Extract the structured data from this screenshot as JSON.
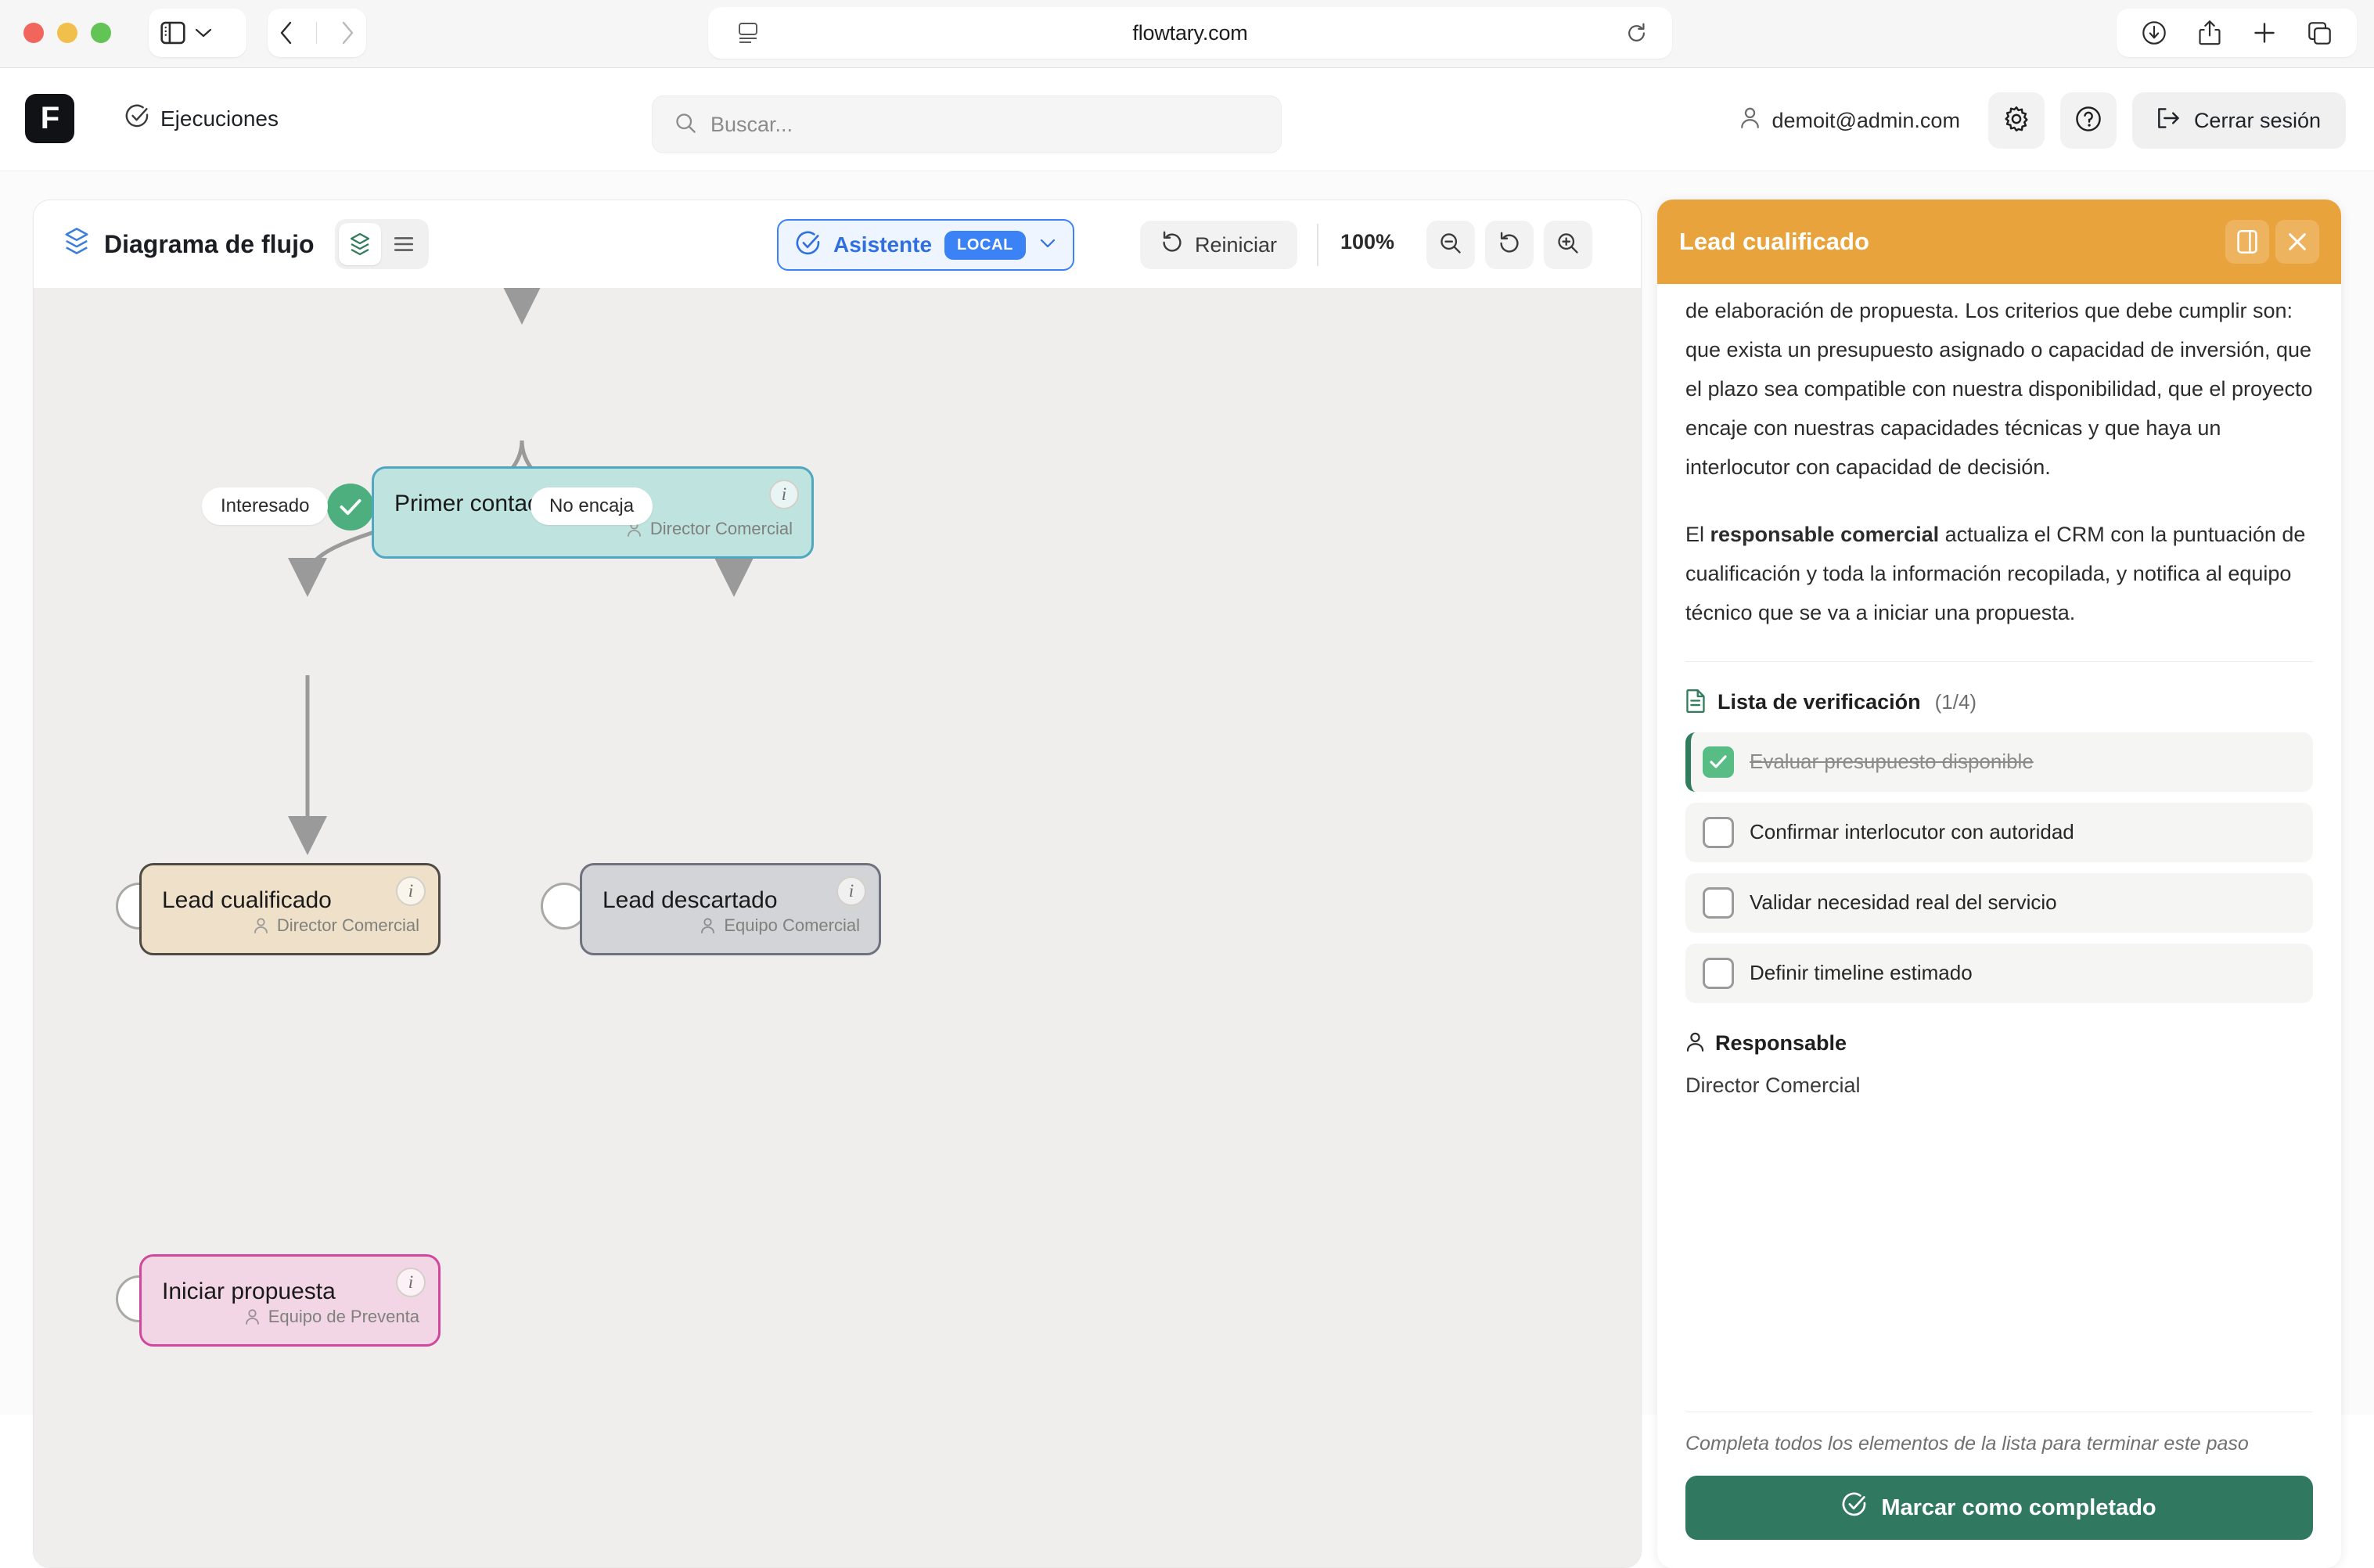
{
  "browser": {
    "url": "flowtary.com",
    "traffic_lights": [
      "close",
      "minimize",
      "maximize"
    ],
    "icons": {
      "sidebar": "sidebar-icon",
      "sidebar_chevron": "chevron-down-icon",
      "back": "back-arrow-icon",
      "forward": "forward-arrow-icon",
      "reader": "reader-view-icon",
      "reload": "reload-icon",
      "downloads": "download-icon",
      "share": "share-icon",
      "new_tab": "plus-icon",
      "tab_overview": "tab-overview-icon"
    }
  },
  "app_header": {
    "logo_letter": "F",
    "breadcrumb": "Ejecuciones",
    "search_placeholder": "Buscar...",
    "search_value": "",
    "user_email": "demoit@admin.com",
    "settings_label": "gear-icon",
    "help_label": "help-icon",
    "logout_label": "Cerrar sesión"
  },
  "flow": {
    "title": "Diagrama de flujo",
    "view_modes": [
      "layers-view",
      "list-view"
    ],
    "active_view": "layers-view",
    "assistant": {
      "label": "Asistente",
      "badge": "LOCAL"
    },
    "reset_label": "Reiniciar",
    "zoom_level": "100%",
    "zoom_out_label": "zoom-out-icon",
    "zoom_reset_label": "zoom-reset-icon",
    "zoom_in_label": "zoom-in-icon",
    "nodes": [
      {
        "title": "Primer contacto",
        "owner": "Director Comercial",
        "status": "done"
      },
      {
        "title": "Lead cualificado",
        "owner": "Director Comercial",
        "status": "todo"
      },
      {
        "title": "Lead descartado",
        "owner": "Equipo Comercial",
        "status": "todo"
      },
      {
        "title": "Iniciar propuesta",
        "owner": "Equipo de Preventa",
        "status": "todo"
      }
    ],
    "edge_labels": [
      "Interesado",
      "No encaja"
    ],
    "info_glyph": "i"
  },
  "panel": {
    "title": "Lead cualificado",
    "collapse_label": "panel-collapse-icon",
    "close_label": "×",
    "paragraph_1": "de elaboración de propuesta. Los criterios que debe cumplir son: que exista un presupuesto asignado o capacidad de inversión, que el plazo sea compatible con nuestra disponibilidad, que el proyecto encaje con nuestras capacidades técnicas y que haya un interlocutor con capacidad de decisión.",
    "paragraph_2_prefix": "El ",
    "paragraph_2_bold": "responsable comercial",
    "paragraph_2_suffix": " actualiza el CRM con la puntuación de cualificación y toda la información recopilada, y notifica al equipo técnico que se va a iniciar una propuesta.",
    "checklist": {
      "title": "Lista de verificación",
      "count": "(1/4)",
      "items": [
        {
          "label": "Evaluar presupuesto disponible",
          "checked": true
        },
        {
          "label": "Confirmar interlocutor con autoridad",
          "checked": false
        },
        {
          "label": "Validar necesidad real del servicio",
          "checked": false
        },
        {
          "label": "Definir timeline estimado",
          "checked": false
        }
      ]
    },
    "responsible": {
      "title": "Responsable",
      "value": "Director Comercial"
    },
    "hint": "Completa todos los elementos de la lista para terminar este paso",
    "complete_button": "Marcar como completado"
  },
  "colors": {
    "panel_header": "#e9a33c",
    "accent_blue": "#3b82f6",
    "success_green": "#4caf7d",
    "complete_button": "#30785f",
    "node_teal": "#bfe3df",
    "node_tan": "#eee0c9",
    "node_grey": "#d3d4d8",
    "node_pink": "#f2d6e5"
  }
}
